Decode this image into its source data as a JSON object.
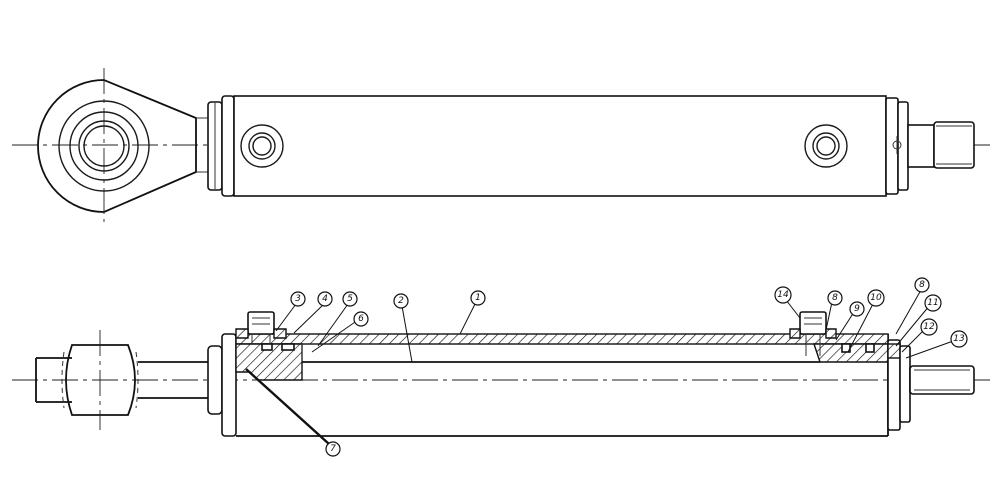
{
  "drawing": {
    "callouts": [
      {
        "id": "callout-1",
        "label": "1"
      },
      {
        "id": "callout-2",
        "label": "2"
      },
      {
        "id": "callout-3",
        "label": "3"
      },
      {
        "id": "callout-4",
        "label": "4"
      },
      {
        "id": "callout-5",
        "label": "5"
      },
      {
        "id": "callout-6",
        "label": "6"
      },
      {
        "id": "callout-7",
        "label": "7"
      },
      {
        "id": "callout-8a",
        "label": "8"
      },
      {
        "id": "callout-8b",
        "label": "8"
      },
      {
        "id": "callout-9",
        "label": "9"
      },
      {
        "id": "callout-10",
        "label": "10"
      },
      {
        "id": "callout-11",
        "label": "11"
      },
      {
        "id": "callout-12",
        "label": "12"
      },
      {
        "id": "callout-13",
        "label": "13"
      },
      {
        "id": "callout-14",
        "label": "14"
      }
    ]
  }
}
